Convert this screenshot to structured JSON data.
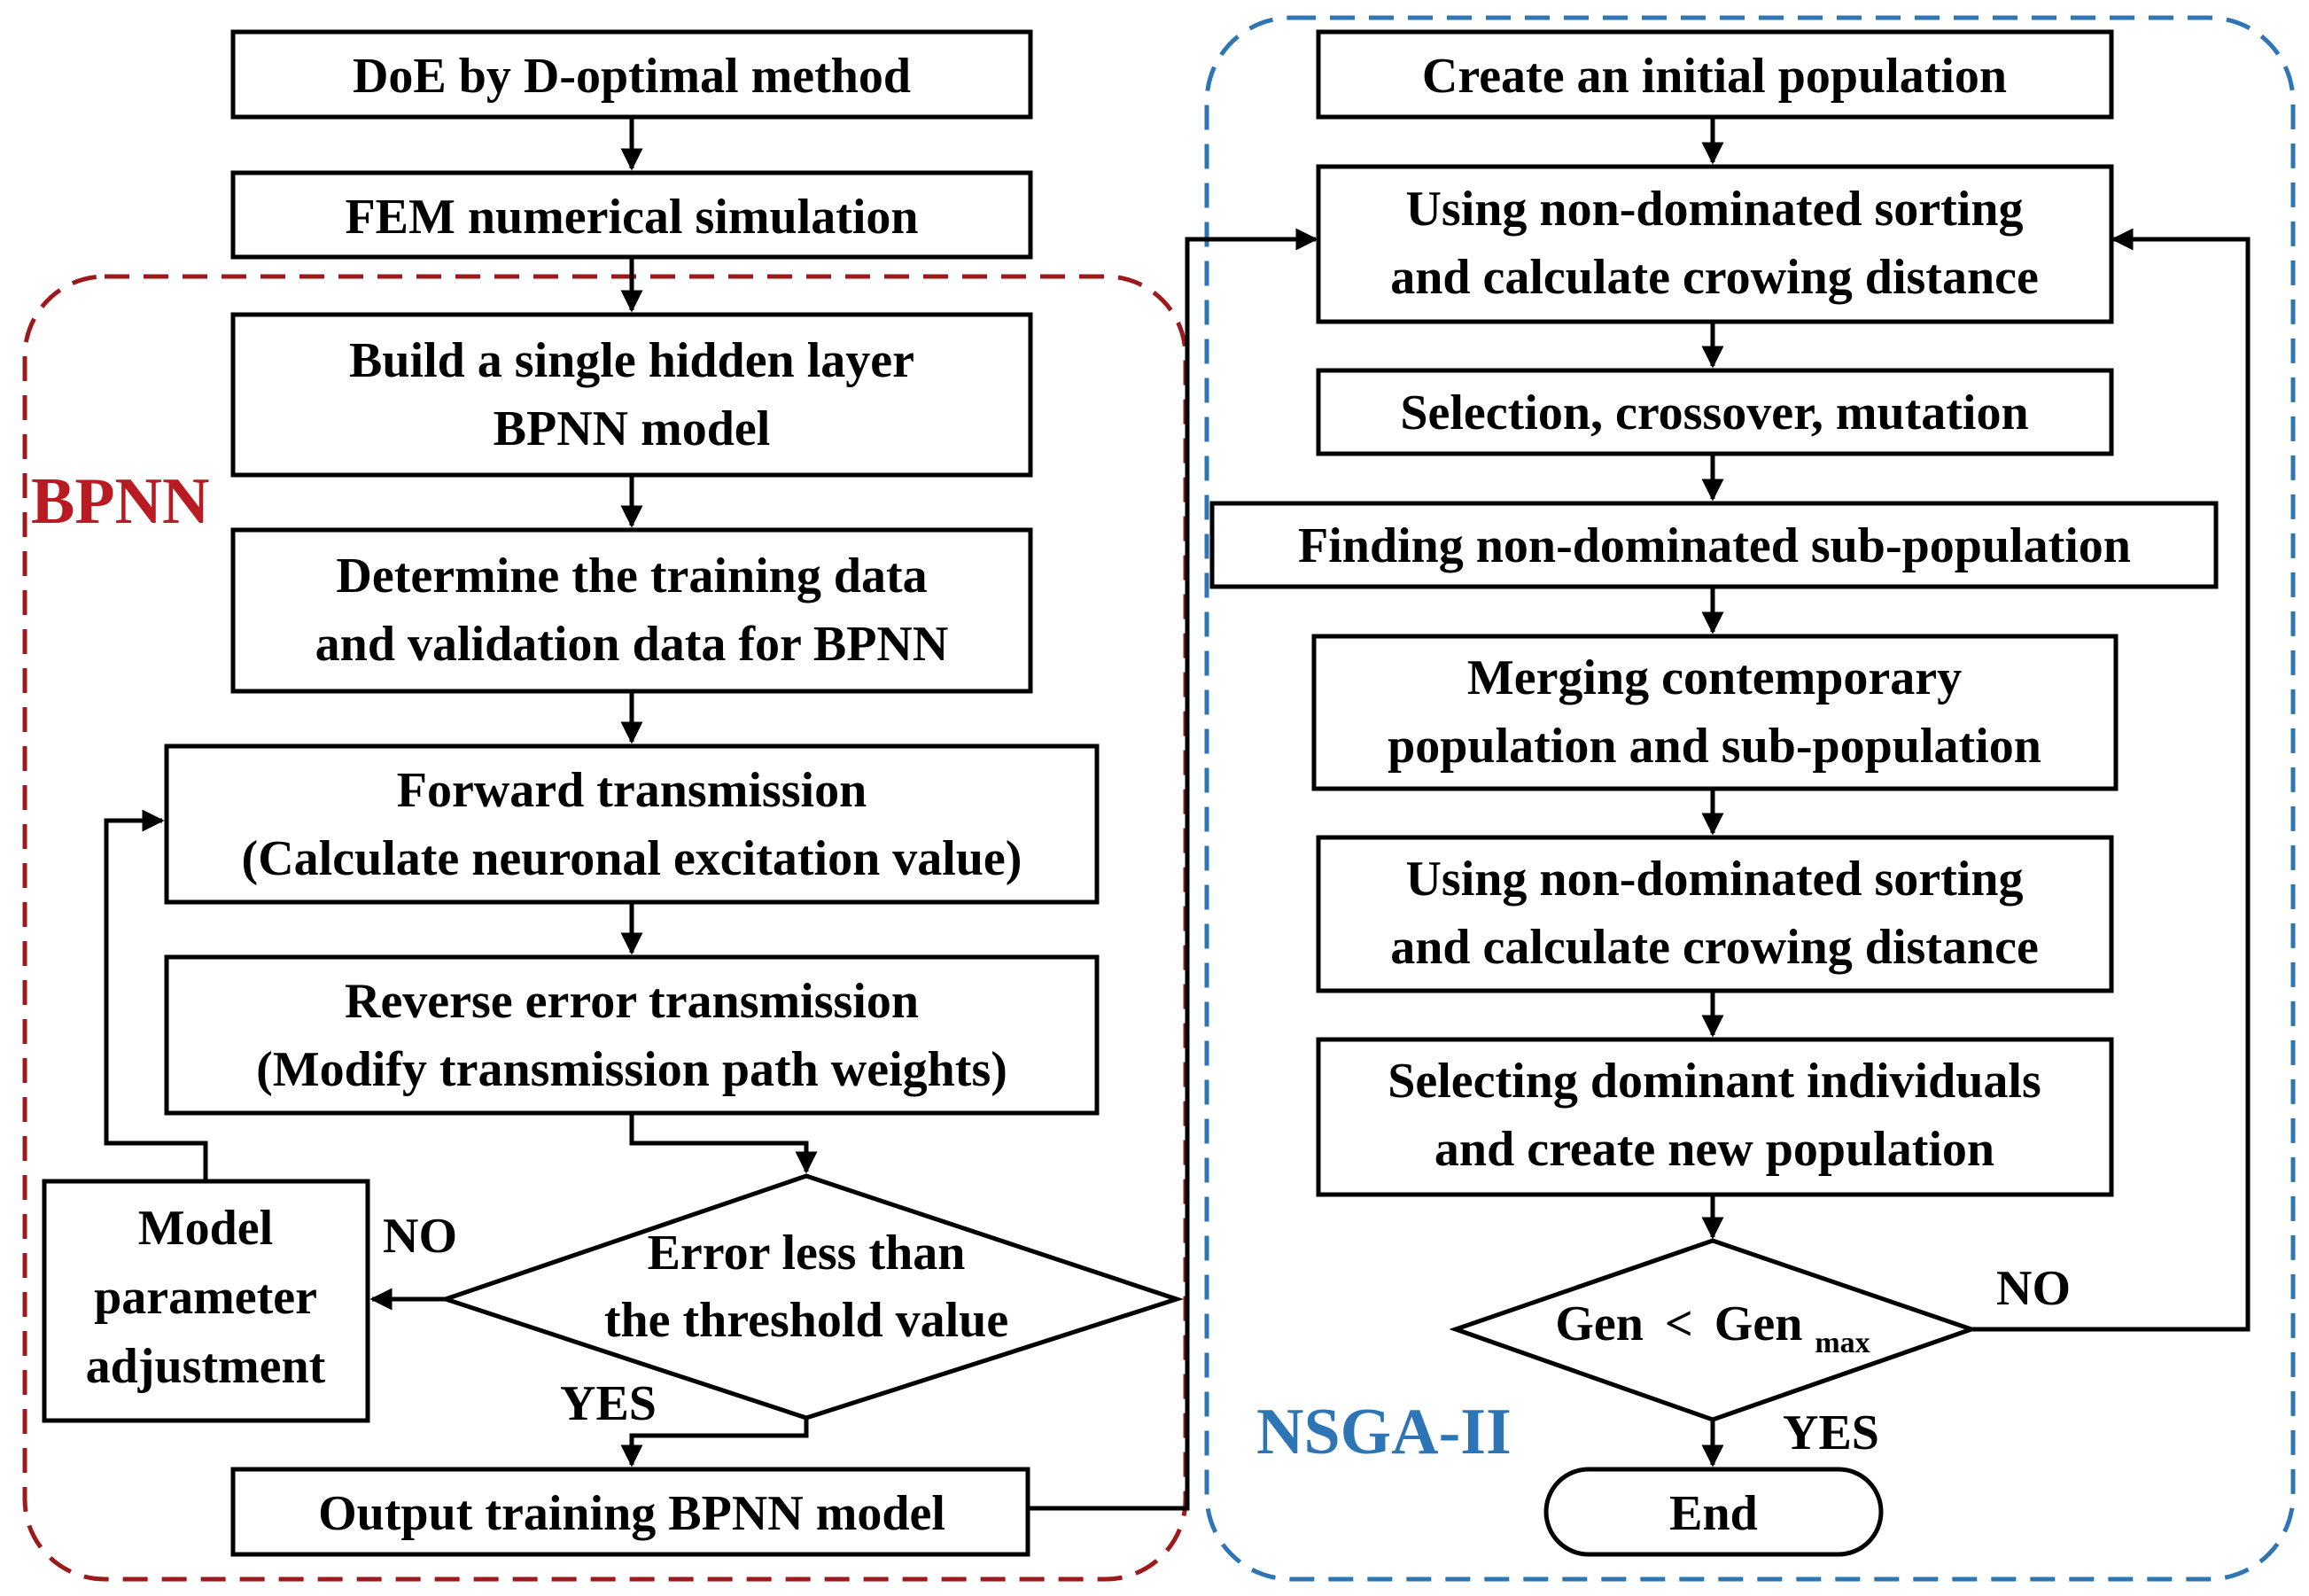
{
  "groups": {
    "bpnn": {
      "label": "BPNN",
      "color": "#b81b22",
      "border_color": "#9c1a1c"
    },
    "nsga": {
      "label": "NSGA-II",
      "color": "#2e75b6",
      "border_color": "#2e75b6"
    }
  },
  "nodes": {
    "doe": {
      "lines": [
        "DoE by D-optimal method"
      ]
    },
    "fem": {
      "lines": [
        "FEM numerical simulation"
      ]
    },
    "build_bpnn": {
      "lines": [
        "Build a single hidden layer",
        "BPNN model"
      ]
    },
    "training_data": {
      "lines": [
        "Determine the training data",
        "and  validation data for BPNN"
      ]
    },
    "forward": {
      "lines": [
        "Forward transmission",
        "(Calculate neuronal excitation value)"
      ]
    },
    "reverse": {
      "lines": [
        "Reverse error transmission",
        "(Modify transmission path weights)"
      ]
    },
    "error_check": {
      "lines": [
        "Error less than",
        "the threshold value"
      ]
    },
    "model_adjust": {
      "lines": [
        "Model",
        "parameter",
        "adjustment"
      ]
    },
    "output_bpnn": {
      "lines": [
        "Output training BPNN model"
      ]
    },
    "init_pop": {
      "lines": [
        "Create an initial population"
      ]
    },
    "sorting1": {
      "lines": [
        "Using non-dominated sorting",
        "and calculate crowing distance"
      ]
    },
    "selection": {
      "lines": [
        "Selection, crossover, mutation"
      ]
    },
    "finding": {
      "lines": [
        "Finding non-dominated sub-population"
      ]
    },
    "merging": {
      "lines": [
        "Merging contemporary",
        "population and sub-population"
      ]
    },
    "sorting2": {
      "lines": [
        "Using non-dominated sorting",
        "and calculate crowing distance"
      ]
    },
    "selecting_dom": {
      "lines": [
        "Selecting dominant individuals",
        "and create new population"
      ]
    },
    "gen_check": {
      "gen": "Gen",
      "lt": "<",
      "genmax": "Gen",
      "sub": "max"
    },
    "end": {
      "lines": [
        "End"
      ]
    }
  },
  "edge_labels": {
    "error_no": "NO",
    "error_yes": "YES",
    "gen_no": "NO",
    "gen_yes": "YES"
  }
}
